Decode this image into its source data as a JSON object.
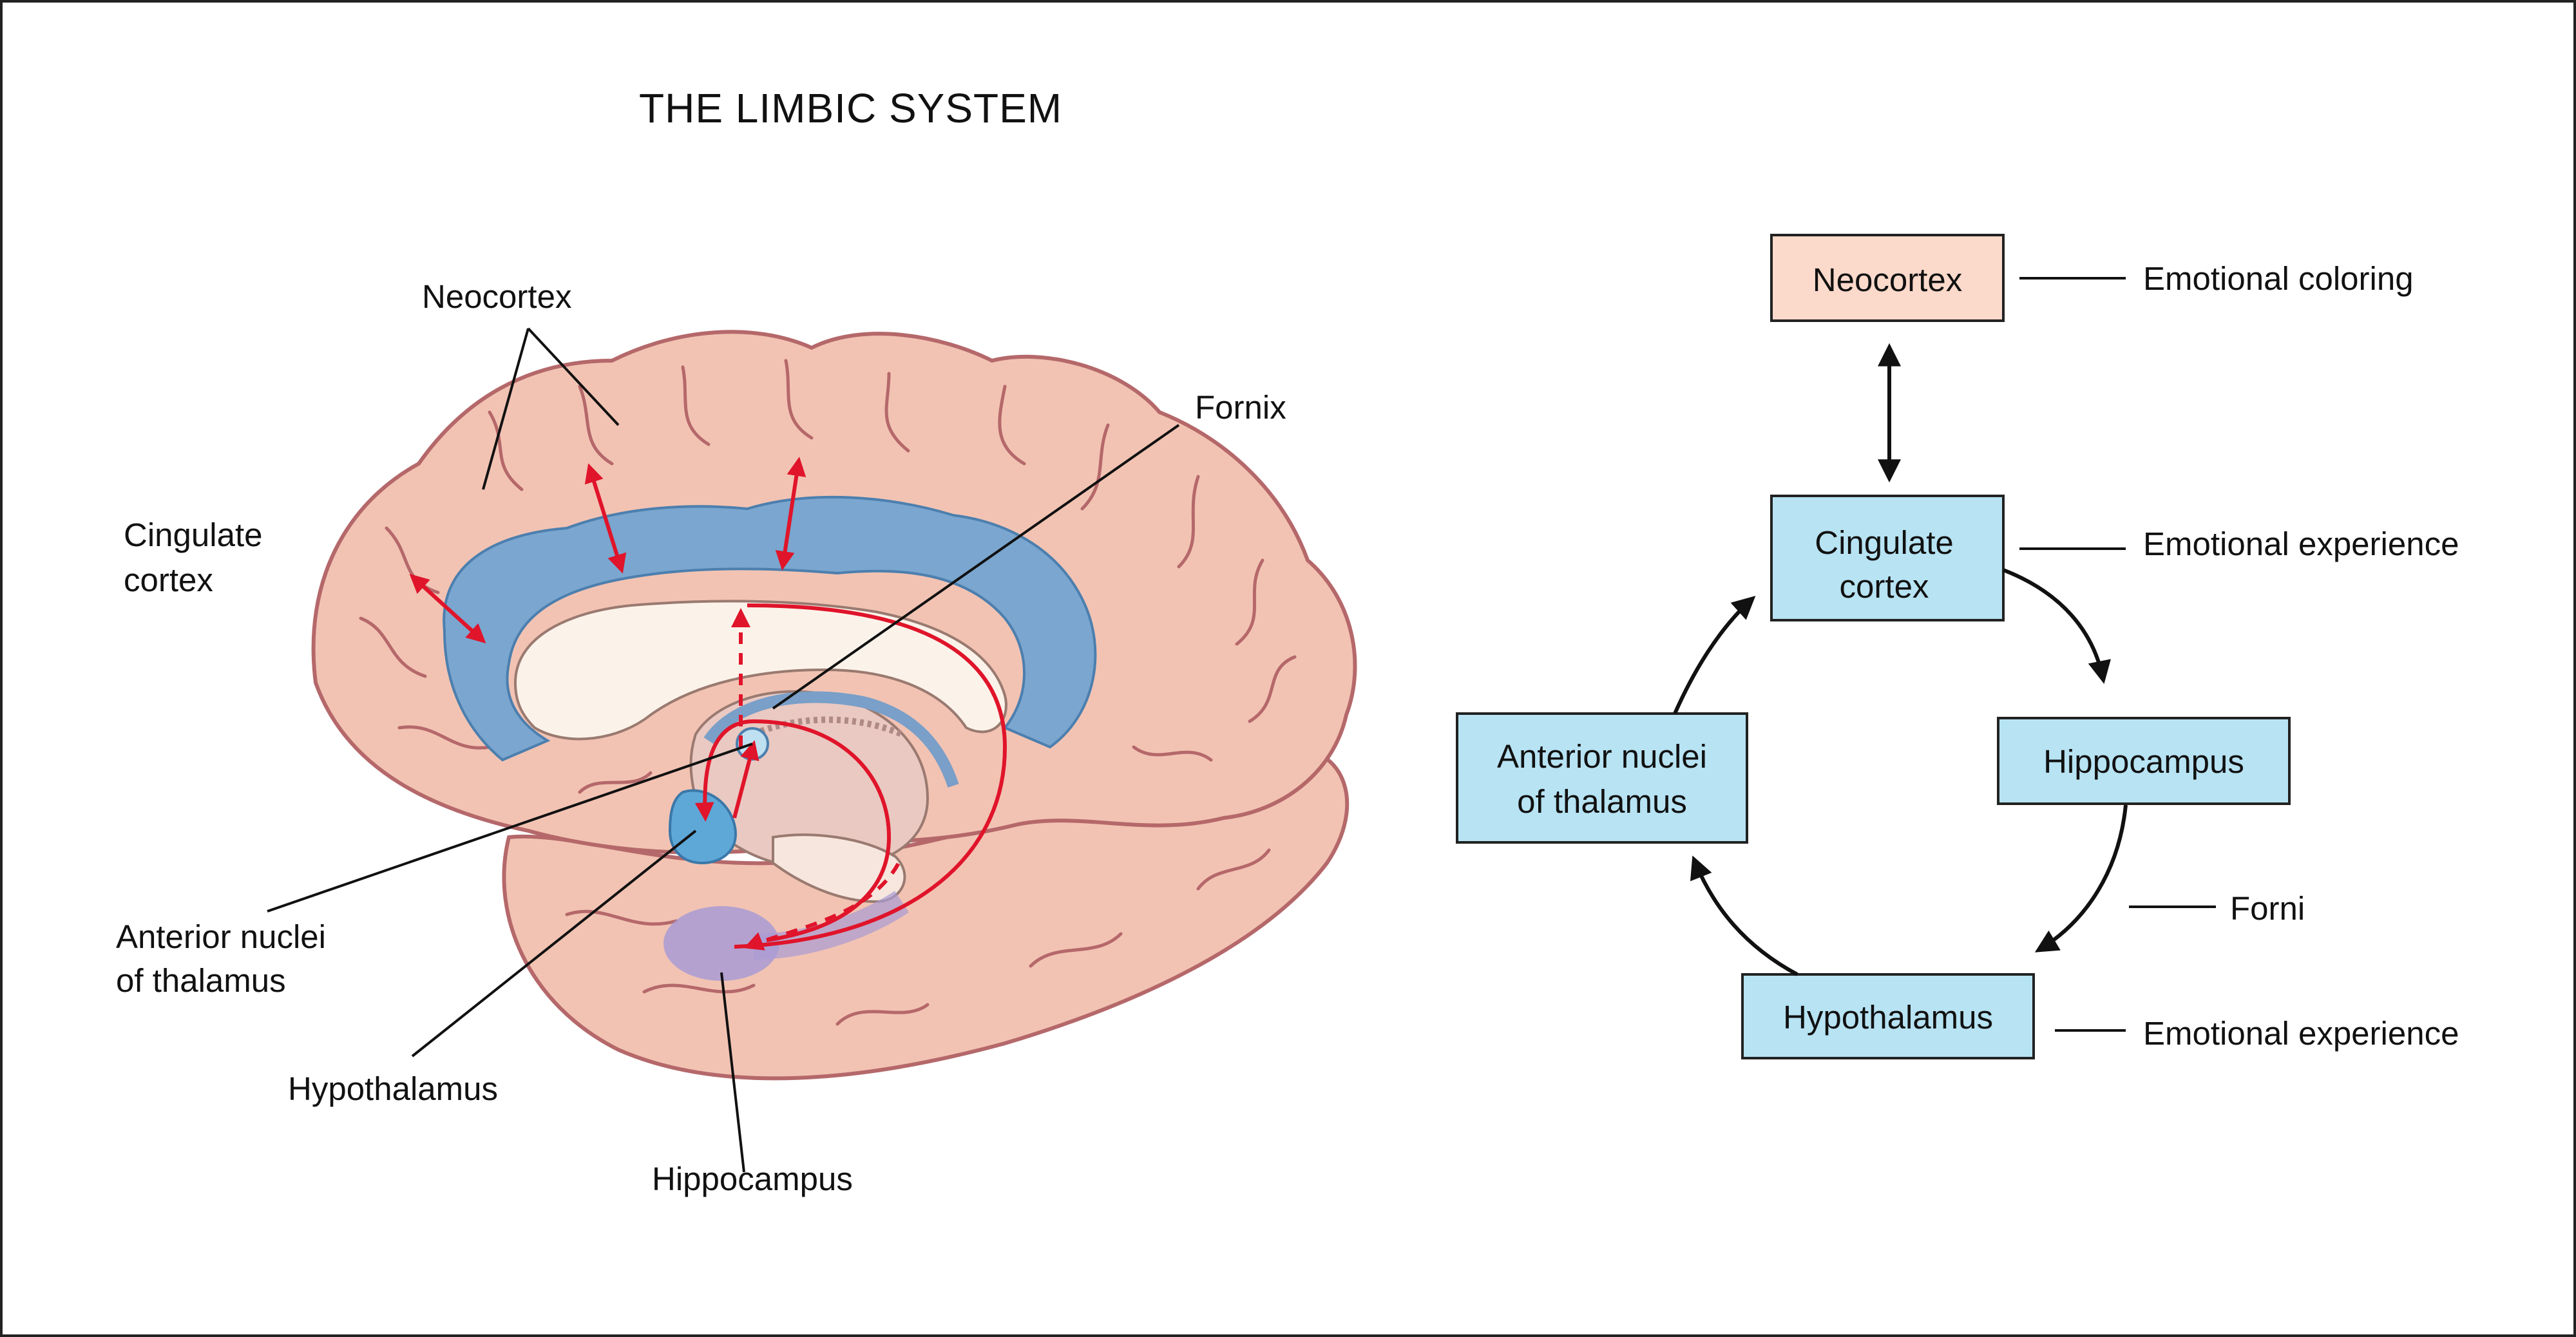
{
  "title": "THE LIMBIC SYSTEM",
  "brain_labels": {
    "neocortex": "Neocortex",
    "cingulate_line1": "Cingulate",
    "cingulate_line2": "cortex",
    "fornix": "Fornix",
    "anterior_line1": "Anterior nuclei",
    "anterior_line2": "of thalamus",
    "hypothalamus": "Hypothalamus",
    "hippocampus": "Hippocampus"
  },
  "flow": {
    "neocortex": "Neocortex",
    "cingulate_line1": "Cingulate",
    "cingulate_line2": "cortex",
    "hippocampus": "Hippocampus",
    "hypothalamus": "Hypothalamus",
    "anterior_line1": "Anterior nuclei",
    "anterior_line2": "of thalamus"
  },
  "notes": {
    "neocortex": "Emotional coloring",
    "cingulate": "Emotional experience",
    "forni": "Forni",
    "hypothalamus": "Emotional experience"
  },
  "colors": {
    "cortex_pink": "#f2c3b3",
    "cortex_outline": "#b5686a",
    "cingulate_blue": "#7aa6cf",
    "hippocampus_purple": "#a99bd3",
    "pathway_red": "#e0142a",
    "flow_blue_box": "#b7e3f3",
    "flow_pink_box": "#fbd9cb"
  }
}
